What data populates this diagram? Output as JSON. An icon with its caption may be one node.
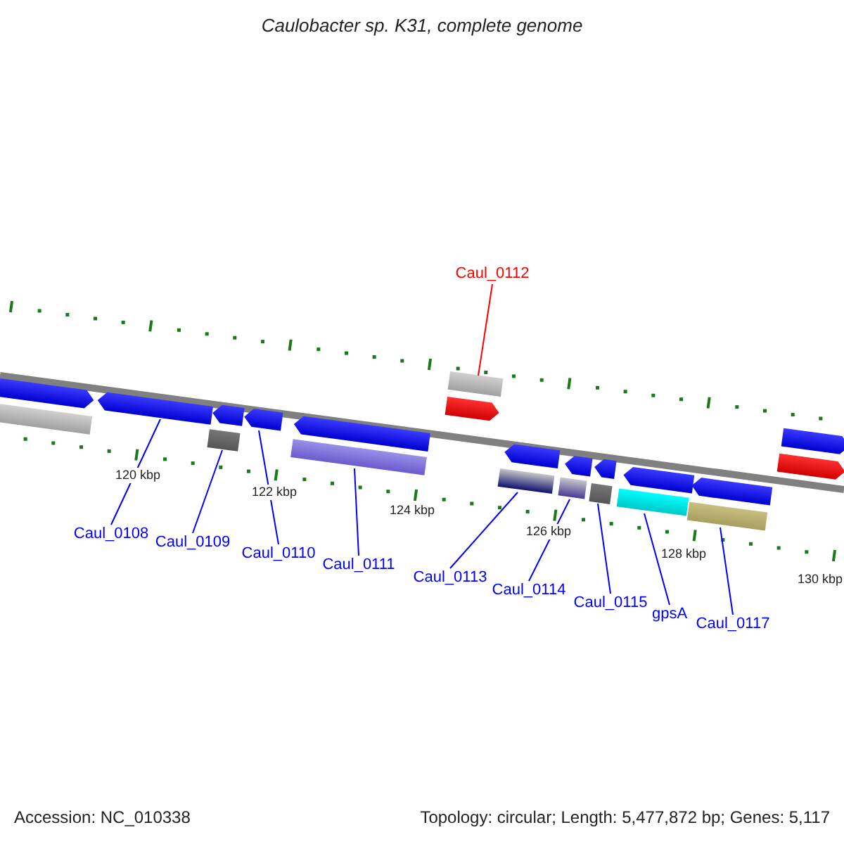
{
  "diagram": {
    "title": "Caulobacter sp. K31, complete genome",
    "nodes": [
      {
        "text": [
          "Caul_0112"
        ]
      },
      {
        "text": [
          "Caul_0108"
        ]
      },
      {
        "text": [
          "Caul_0109"
        ]
      },
      {
        "text": [
          "Caul_0110"
        ]
      },
      {
        "text": [
          "Caul_0111"
        ]
      },
      {
        "text": [
          "Caul_0113"
        ]
      },
      {
        "text": [
          "Caul_0114"
        ]
      },
      {
        "text": [
          "Caul_0115"
        ]
      },
      {
        "text": [
          "gpsA"
        ]
      },
      {
        "text": [
          "Caul_0117"
        ]
      },
      {
        "text": [],
        "shape": "bar"
      },
      {
        "text": [],
        "shape": "pentagon"
      },
      {
        "text": [],
        "shape": "pentagon"
      },
      {
        "text": [],
        "shape": "bar"
      },
      {
        "text": [],
        "shape": "pentagon"
      },
      {
        "text": [],
        "shape": "pentagon"
      },
      {
        "text": [],
        "shape": "bar"
      },
      {
        "text": [],
        "shape": "pentagon"
      },
      {
        "text": [],
        "shape": "pentagon"
      },
      {
        "text": [],
        "shape": "bar"
      },
      {
        "text": [],
        "shape": "bar"
      },
      {
        "text": [],
        "shape": "pentagon"
      },
      {
        "text": [],
        "shape": "bar"
      },
      {
        "text": [],
        "shape": "pentagon"
      },
      {
        "text": [],
        "shape": "bar"
      },
      {
        "text": [],
        "shape": "pentagon"
      },
      {
        "text": [],
        "shape": "bar"
      },
      {
        "text": [],
        "shape": "pentagon"
      },
      {
        "text": [],
        "shape": "bar"
      },
      {
        "text": [],
        "shape": "pentagon"
      },
      {
        "text": [],
        "shape": "pentagon"
      },
      {
        "text": [],
        "shape": "pentagon"
      }
    ],
    "edges": [
      {
        "from": 0,
        "to": 19,
        "arrow": "none",
        "color": "#ff0000"
      },
      {
        "from": 1,
        "to": 12,
        "arrow": "none"
      },
      {
        "from": 2,
        "to": 13,
        "arrow": "none"
      },
      {
        "from": 3,
        "to": 15,
        "arrow": "none"
      },
      {
        "from": 4,
        "to": 16,
        "arrow": "none"
      },
      {
        "from": 5,
        "to": 20,
        "arrow": "none"
      },
      {
        "from": 6,
        "to": 22,
        "arrow": "none"
      },
      {
        "from": 7,
        "to": 24,
        "arrow": "none"
      },
      {
        "from": 8,
        "to": 26,
        "arrow": "none"
      },
      {
        "from": 9,
        "to": 28,
        "arrow": "none"
      }
    ],
    "labels": [
      "120 kbp",
      "122 kbp",
      "124 kbp",
      "126 kbp",
      "128 kbp",
      "130 kbp",
      "Accession: NC_010338",
      "Topology: circular; Length: 5,477,872 bp; Genes: 5,117"
    ]
  }
}
